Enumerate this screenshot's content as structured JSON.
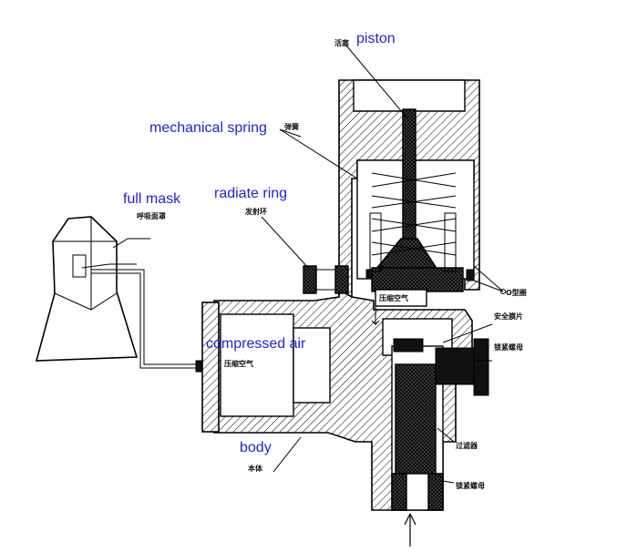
{
  "labels_en": {
    "piston": "piston",
    "mechanical_spring": "mechanical spring",
    "full_mask": "full mask",
    "radiate_ring": "radiate ring",
    "compressed_air": "compressed air",
    "body": "body"
  },
  "labels_cn": {
    "piston": "活塞",
    "spring": "弹簧",
    "mask": "呼吸面罩",
    "radiate_ring": "发射环",
    "compressed_air_inner": "压缩空气",
    "compressed_air": "压缩空气",
    "body": "本体",
    "o_ring": "O型圈",
    "safety_disc": "安全膜片",
    "lock_nut_right": "锁紧螺母",
    "filter": "过滤器",
    "lock_nut_bottom": "锁紧螺母"
  },
  "colors": {
    "english_label": "#2222cc",
    "line": "#000000"
  }
}
